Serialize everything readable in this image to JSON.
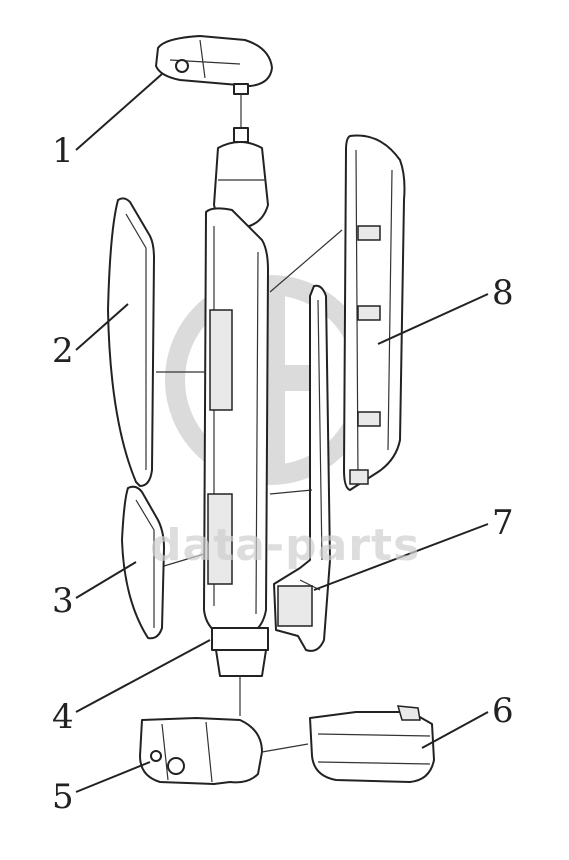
{
  "watermark": {
    "logo_letters": "GHD",
    "text": "data-parts"
  },
  "callouts": [
    {
      "id": "1",
      "label": "1"
    },
    {
      "id": "2",
      "label": "2"
    },
    {
      "id": "3",
      "label": "3"
    },
    {
      "id": "4",
      "label": "4"
    },
    {
      "id": "5",
      "label": "5"
    },
    {
      "id": "6",
      "label": "6"
    },
    {
      "id": "7",
      "label": "7"
    },
    {
      "id": "8",
      "label": "8"
    }
  ]
}
